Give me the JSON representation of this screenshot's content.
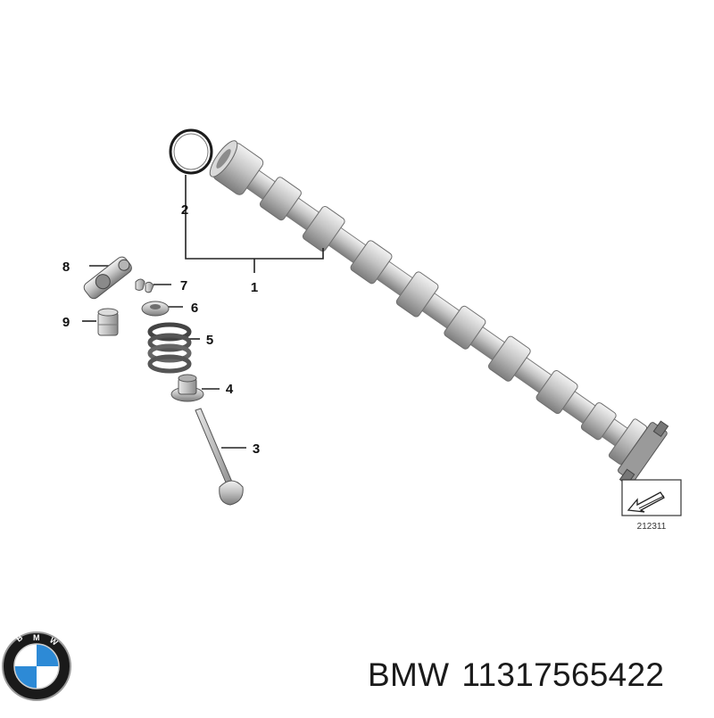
{
  "parts": [
    {
      "number": "1",
      "name": "camshaft"
    },
    {
      "number": "2",
      "name": "o-ring"
    },
    {
      "number": "3",
      "name": "valve"
    },
    {
      "number": "4",
      "name": "valve-stem-seal"
    },
    {
      "number": "5",
      "name": "valve-spring"
    },
    {
      "number": "6",
      "name": "spring-retainer"
    },
    {
      "number": "7",
      "name": "valve-collet"
    },
    {
      "number": "8",
      "name": "roller-rocker-arm"
    },
    {
      "number": "9",
      "name": "hydraulic-lash-adjuster"
    }
  ],
  "diagram_ref": "212311",
  "brand": "BMW",
  "part_number": "11317565422",
  "logo_letters": "BMW",
  "colors": {
    "line": "#222222",
    "metal": "#c9c9c9",
    "bmw_blue": "#2d8ad6",
    "bmw_black": "#111111"
  }
}
